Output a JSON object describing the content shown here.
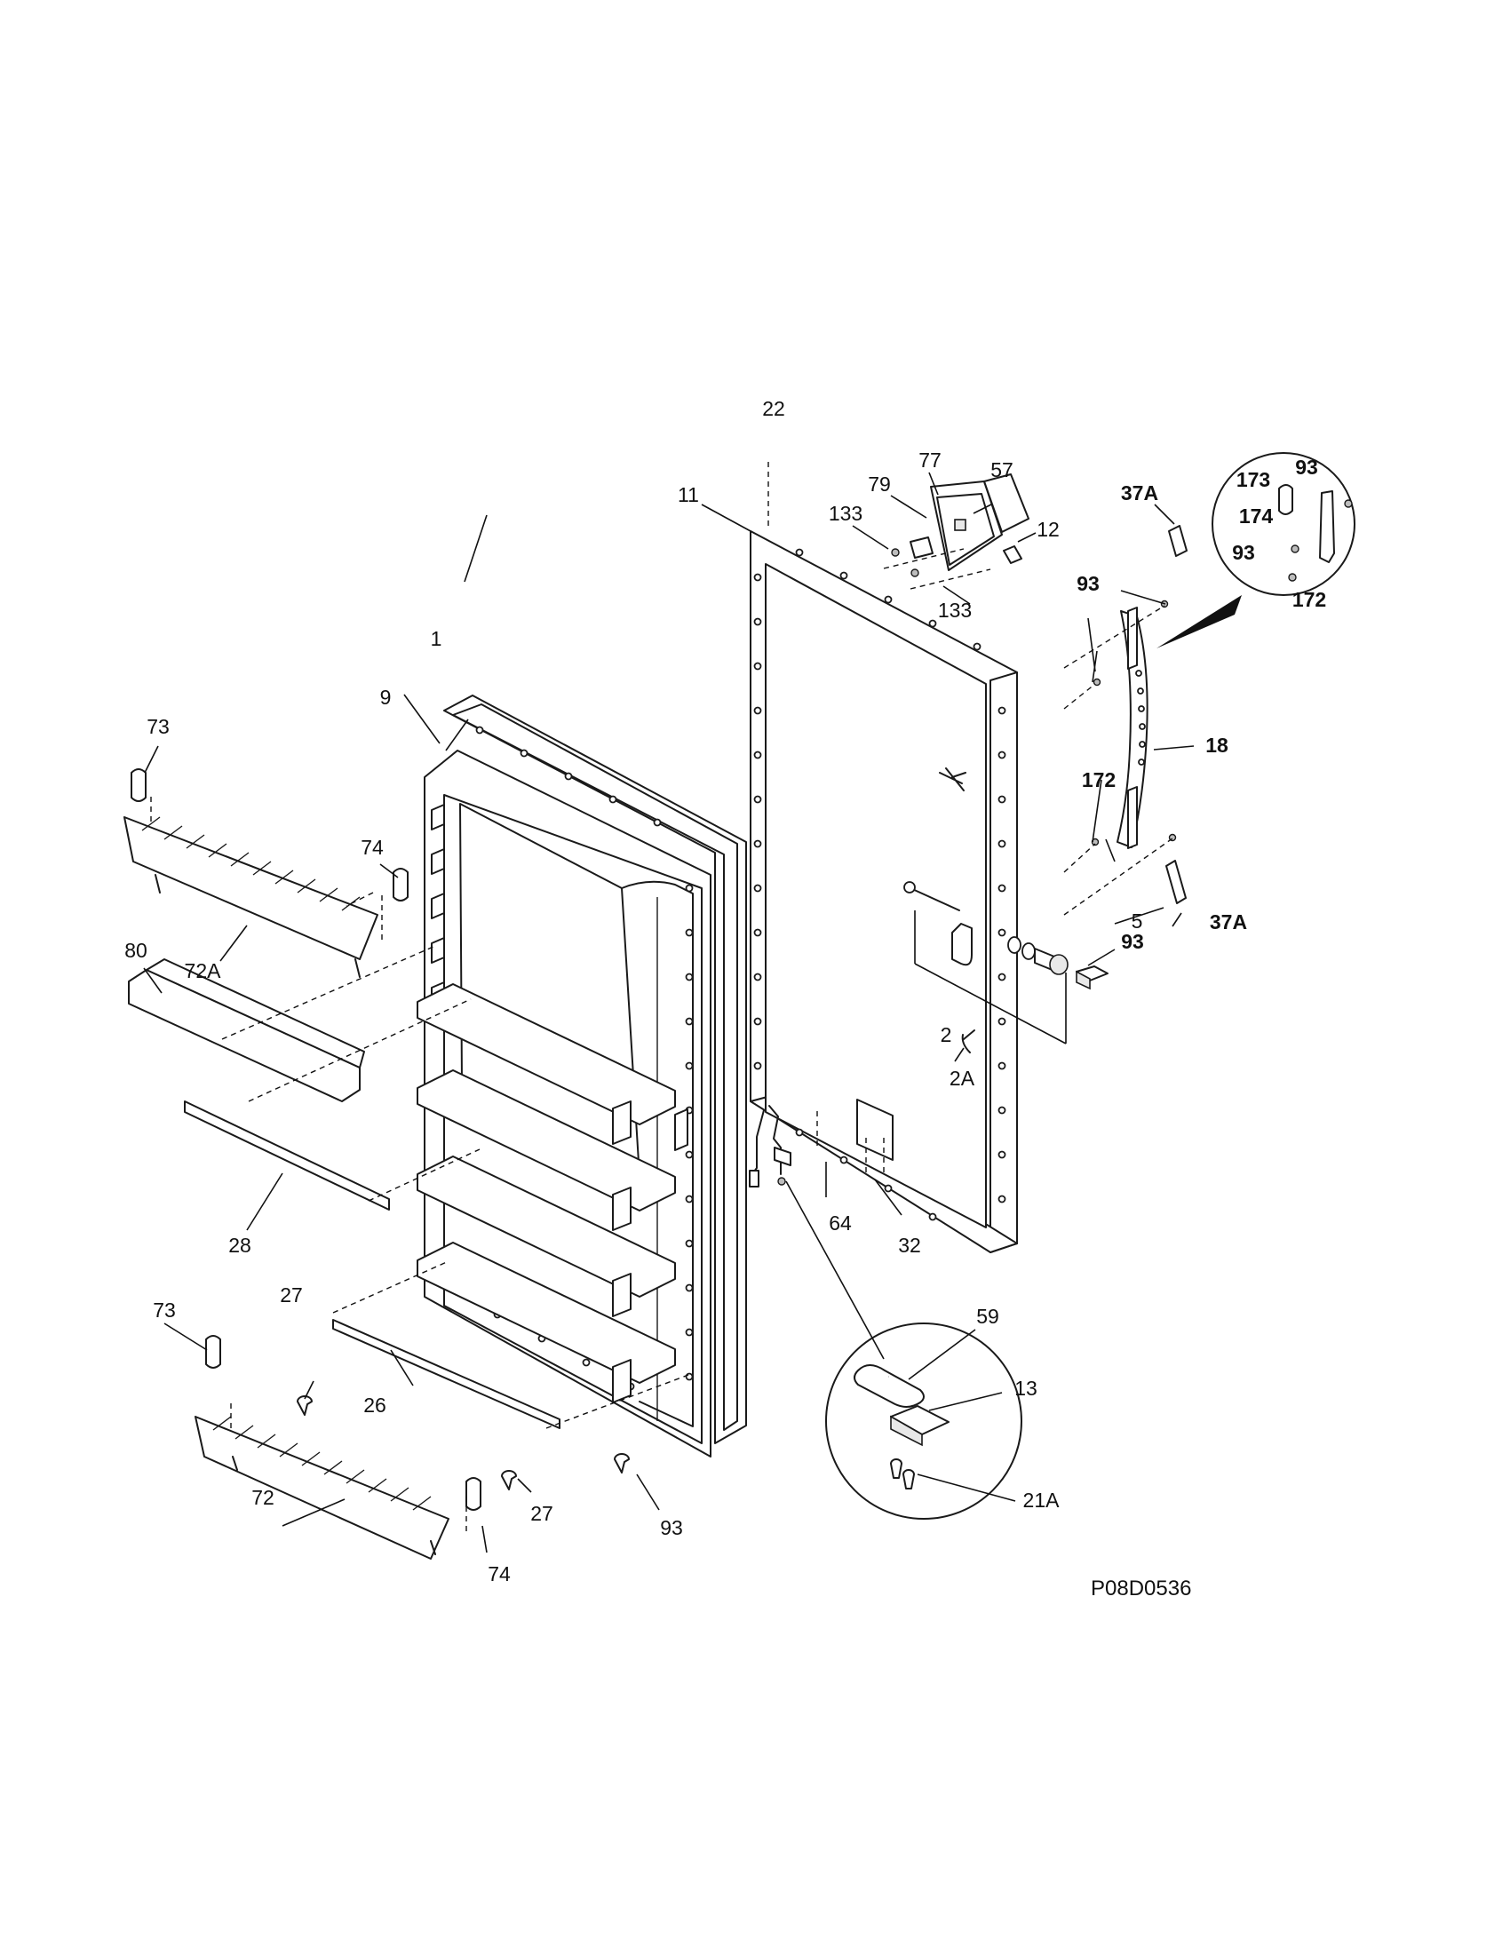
{
  "drawing_code": "P08D0536",
  "callouts": [
    {
      "id": "c-22",
      "text": "22",
      "bold": false
    },
    {
      "id": "c-11",
      "text": "11",
      "bold": false
    },
    {
      "id": "c-133a",
      "text": "133",
      "bold": false
    },
    {
      "id": "c-79",
      "text": "79",
      "bold": false
    },
    {
      "id": "c-77",
      "text": "77",
      "bold": false
    },
    {
      "id": "c-57",
      "text": "57",
      "bold": false
    },
    {
      "id": "c-12",
      "text": "12",
      "bold": false
    },
    {
      "id": "c-133b",
      "text": "133",
      "bold": false
    },
    {
      "id": "c-37a1",
      "text": "37A",
      "bold": true
    },
    {
      "id": "c-93a",
      "text": "93",
      "bold": true
    },
    {
      "id": "c-173",
      "text": "173",
      "bold": true
    },
    {
      "id": "c-174",
      "text": "174",
      "bold": true
    },
    {
      "id": "c-93b",
      "text": "93",
      "bold": true
    },
    {
      "id": "c-172a",
      "text": "172",
      "bold": true
    },
    {
      "id": "c-93c",
      "text": "93",
      "bold": true
    },
    {
      "id": "c-18",
      "text": "18",
      "bold": true
    },
    {
      "id": "c-172b",
      "text": "172",
      "bold": true
    },
    {
      "id": "c-93d",
      "text": "93",
      "bold": true
    },
    {
      "id": "c-37a2",
      "text": "37A",
      "bold": true
    },
    {
      "id": "c-5",
      "text": "5",
      "bold": false
    },
    {
      "id": "c-2",
      "text": "2",
      "bold": false
    },
    {
      "id": "c-2a",
      "text": "2A",
      "bold": false
    },
    {
      "id": "c-1",
      "text": "1",
      "bold": false
    },
    {
      "id": "c-9",
      "text": "9",
      "bold": false
    },
    {
      "id": "c-73a",
      "text": "73",
      "bold": false
    },
    {
      "id": "c-74a",
      "text": "74",
      "bold": false
    },
    {
      "id": "c-72a",
      "text": "72A",
      "bold": false
    },
    {
      "id": "c-80",
      "text": "80",
      "bold": false
    },
    {
      "id": "c-28",
      "text": "28",
      "bold": false
    },
    {
      "id": "c-64",
      "text": "64",
      "bold": false
    },
    {
      "id": "c-32",
      "text": "32",
      "bold": false
    },
    {
      "id": "c-27a",
      "text": "27",
      "bold": false
    },
    {
      "id": "c-73b",
      "text": "73",
      "bold": false
    },
    {
      "id": "c-26",
      "text": "26",
      "bold": false
    },
    {
      "id": "c-27b",
      "text": "27",
      "bold": false
    },
    {
      "id": "c-72",
      "text": "72",
      "bold": false
    },
    {
      "id": "c-74b",
      "text": "74",
      "bold": false
    },
    {
      "id": "c-93e",
      "text": "93",
      "bold": false
    },
    {
      "id": "c-59",
      "text": "59",
      "bold": false
    },
    {
      "id": "c-13",
      "text": "13",
      "bold": false
    },
    {
      "id": "c-21a",
      "text": "21A",
      "bold": false
    }
  ]
}
